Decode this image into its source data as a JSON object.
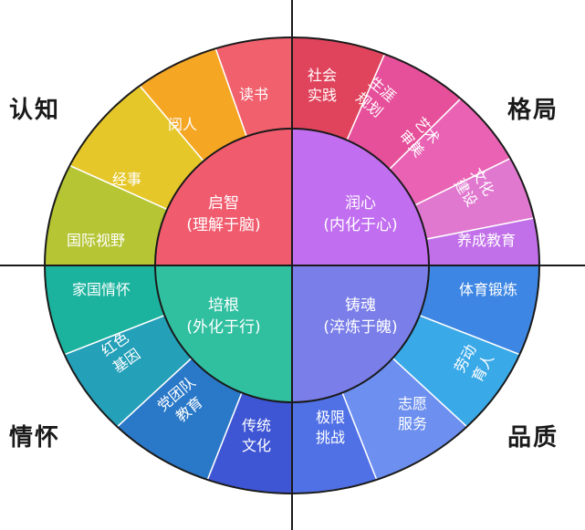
{
  "corners": {
    "top_left": "认知",
    "top_right": "格局",
    "bottom_left": "情怀",
    "bottom_right": "品质"
  },
  "core": [
    {
      "line1": "启智",
      "line2": "(理解于脑)",
      "color": "#f05c6e"
    },
    {
      "line1": "润心",
      "line2": "(内化于心)",
      "color": "#c16ef0"
    },
    {
      "line1": "培根",
      "line2": "(外化于行)",
      "color": "#30c0a0"
    },
    {
      "line1": "铸魂",
      "line2": "(淬炼于魄)",
      "color": "#7a7ee8"
    }
  ],
  "segments": [
    {
      "lines": [
        "国际视野"
      ],
      "color": "#b5c534"
    },
    {
      "lines": [
        "经事"
      ],
      "color": "#e6c72a"
    },
    {
      "lines": [
        "阅人"
      ],
      "color": "#f5a623"
    },
    {
      "lines": [
        "读书"
      ],
      "color": "#f0606d"
    },
    {
      "lines": [
        "社会",
        "实践"
      ],
      "color": "#e0445c"
    },
    {
      "lines": [
        "生涯",
        "规划"
      ],
      "color": "#e64f9a"
    },
    {
      "lines": [
        "艺术",
        "审美"
      ],
      "color": "#ea62b4"
    },
    {
      "lines": [
        "文化",
        "建设"
      ],
      "color": "#e178cf"
    },
    {
      "lines": [
        "养成教育"
      ],
      "color": "#c270ea"
    },
    {
      "lines": [
        "体育锻炼"
      ],
      "color": "#3d86e3"
    },
    {
      "lines": [
        "劳动",
        "育人"
      ],
      "color": "#3aa9e8"
    },
    {
      "lines": [
        "志愿",
        "服务"
      ],
      "color": "#6c8ff0"
    },
    {
      "lines": [
        "极限",
        "挑战"
      ],
      "color": "#5070e6"
    },
    {
      "lines": [
        "传统",
        "文化"
      ],
      "color": "#3e55d4"
    },
    {
      "lines": [
        "党团队",
        "教育"
      ],
      "color": "#2a78c8"
    },
    {
      "lines": [
        "红色",
        "基因"
      ],
      "color": "#24a0b8"
    },
    {
      "lines": [
        "家国情怀"
      ],
      "color": "#1bb39e"
    }
  ]
}
